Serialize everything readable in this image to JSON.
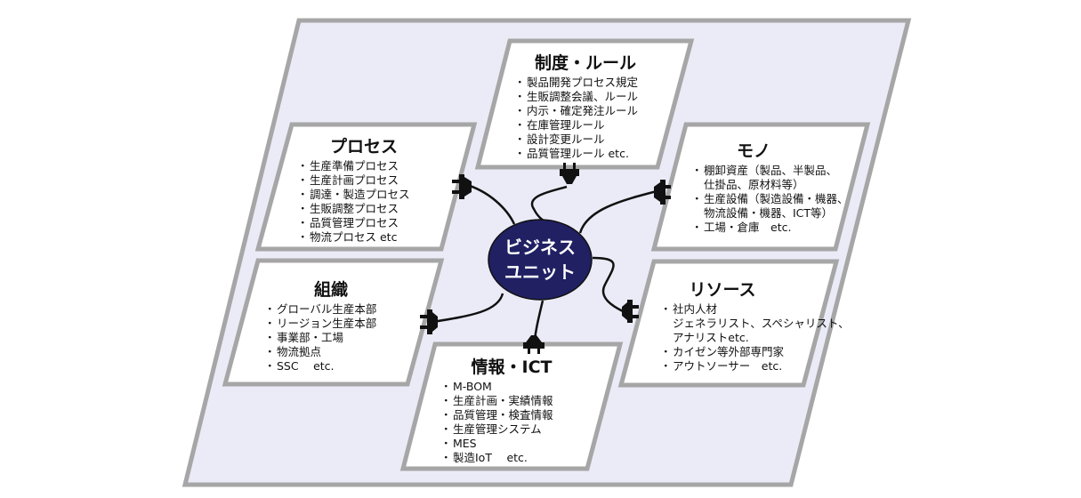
{
  "center": {
    "line1": "ビジネス",
    "line2": "ユニット"
  },
  "colors": {
    "canvas": "#ebebf8",
    "border": "#a6a6a6",
    "hub": "#202063",
    "box": "#ffffff"
  },
  "boxes": {
    "rules": {
      "title": "制度・ルール",
      "items": [
        "製品開発プロセス規定",
        "生販調整会議、ルール",
        "内示・確定発注ルール",
        "在庫管理ルール",
        "設計変更ルール",
        "品質管理ルール etc."
      ]
    },
    "things": {
      "title": "モノ",
      "items": [
        "棚卸資産（製品、半製品、",
        "仕掛品、原材料等）",
        "生産設備（製造設備・機器、",
        "物流設備・機器、ICT等）",
        "工場・倉庫　etc."
      ]
    },
    "resources": {
      "title": "リソース",
      "items": [
        "社内人材",
        "ジェネラリスト、スペシャリスト、",
        "アナリストetc.",
        "カイゼン等外部専門家",
        "アウトソーサー　etc."
      ]
    },
    "process": {
      "title": "プロセス",
      "items": [
        "生産準備プロセス",
        "生産計画プロセス",
        "調達・製造プロセス",
        "生販調整プロセス",
        "品質管理プロセス",
        "物流プロセス etc"
      ]
    },
    "organization": {
      "title": "組織",
      "items": [
        "グローバル生産本部",
        "リージョン生産本部",
        "事業部・工場",
        "物流拠点",
        "SSC　 etc."
      ]
    },
    "info": {
      "title": "情報・ICT",
      "items": [
        "M-BOM",
        "生産計画・実績情報",
        "品質管理・検査情報",
        "生産管理システム",
        "MES",
        "製造IoT　 etc."
      ]
    }
  }
}
